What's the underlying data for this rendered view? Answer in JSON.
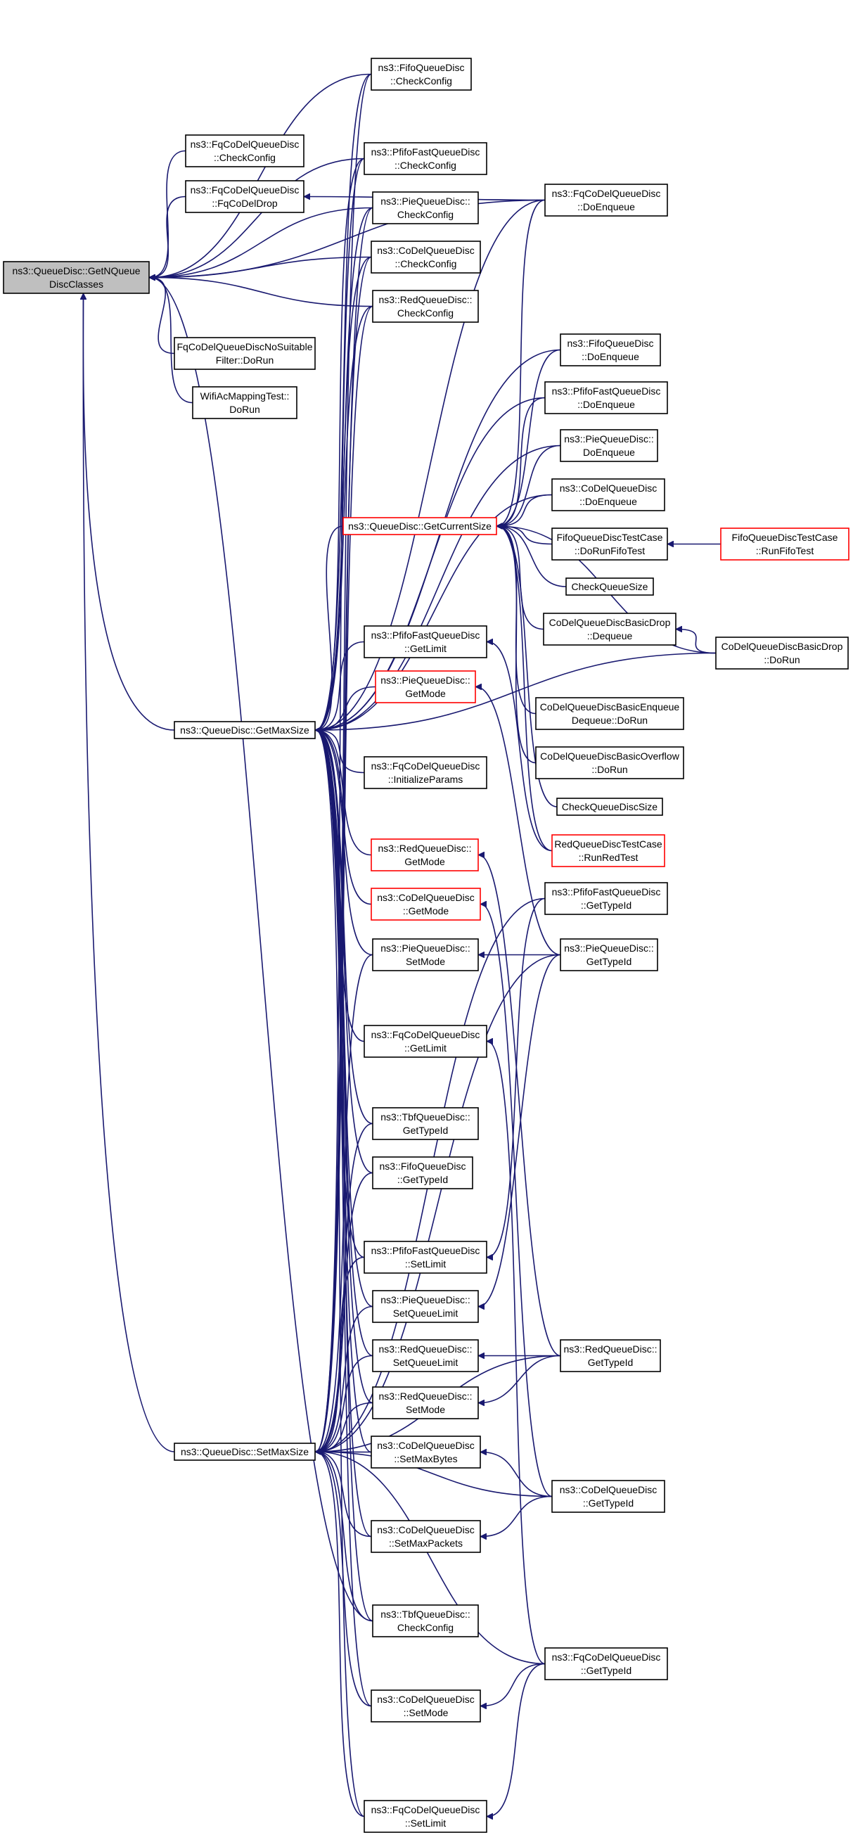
{
  "colors": {
    "edge": "#191970",
    "root_fill": "#bfbfbf",
    "truncated_border": "#ff0000"
  },
  "nodes": {
    "root": {
      "lines": [
        "ns3::QueueDisc::GetNQueue",
        "DiscClasses"
      ]
    },
    "getmaxsize": {
      "lines": [
        "ns3::QueueDisc::GetMaxSize"
      ]
    },
    "setmaxsize": {
      "lines": [
        "ns3::QueueDisc::SetMaxSize"
      ]
    },
    "getcurrentsize": {
      "lines": [
        "ns3::QueueDisc::GetCurrentSize"
      ]
    },
    "fqcodel_checkconfig": {
      "lines": [
        "ns3::FqCoDelQueueDisc",
        "::CheckConfig"
      ]
    },
    "fqcodel_fqcodeldrop": {
      "lines": [
        "ns3::FqCoDelQueueDisc",
        "::FqCoDelDrop"
      ]
    },
    "fqcodel_nosuitable": {
      "lines": [
        "FqCoDelQueueDiscNoSuitable",
        "Filter::DoRun"
      ]
    },
    "wifiac_mapping": {
      "lines": [
        "WifiAcMappingTest::",
        "DoRun"
      ]
    },
    "fifo_checkconfig": {
      "lines": [
        "ns3::FifoQueueDisc",
        "::CheckConfig"
      ]
    },
    "pfifo_checkconfig": {
      "lines": [
        "ns3::PfifoFastQueueDisc",
        "::CheckConfig"
      ]
    },
    "pie_checkconfig": {
      "lines": [
        "ns3::PieQueueDisc::",
        "CheckConfig"
      ]
    },
    "codel_checkconfig": {
      "lines": [
        "ns3::CoDelQueueDisc",
        "::CheckConfig"
      ]
    },
    "red_checkconfig": {
      "lines": [
        "ns3::RedQueueDisc::",
        "CheckConfig"
      ]
    },
    "pfifo_getlimit": {
      "lines": [
        "ns3::PfifoFastQueueDisc",
        "::GetLimit"
      ]
    },
    "pie_getmode": {
      "lines": [
        "ns3::PieQueueDisc::",
        "GetMode"
      ]
    },
    "fqcodel_initparams": {
      "lines": [
        "ns3::FqCoDelQueueDisc",
        "::InitializeParams"
      ]
    },
    "red_getmode": {
      "lines": [
        "ns3::RedQueueDisc::",
        "GetMode"
      ]
    },
    "codel_getmode": {
      "lines": [
        "ns3::CoDelQueueDisc",
        "::GetMode"
      ]
    },
    "pie_setmode": {
      "lines": [
        "ns3::PieQueueDisc::",
        "SetMode"
      ]
    },
    "fqcodel_getlimit": {
      "lines": [
        "ns3::FqCoDelQueueDisc",
        "::GetLimit"
      ]
    },
    "tbf_gettypeid": {
      "lines": [
        "ns3::TbfQueueDisc::",
        "GetTypeId"
      ]
    },
    "fifo_gettypeid": {
      "lines": [
        "ns3::FifoQueueDisc",
        "::GetTypeId"
      ]
    },
    "pfifo_setlimit": {
      "lines": [
        "ns3::PfifoFastQueueDisc",
        "::SetLimit"
      ]
    },
    "pie_setqueuelimit": {
      "lines": [
        "ns3::PieQueueDisc::",
        "SetQueueLimit"
      ]
    },
    "red_setqueuelimit": {
      "lines": [
        "ns3::RedQueueDisc::",
        "SetQueueLimit"
      ]
    },
    "red_setmode": {
      "lines": [
        "ns3::RedQueueDisc::",
        "SetMode"
      ]
    },
    "codel_setmaxbytes": {
      "lines": [
        "ns3::CoDelQueueDisc",
        "::SetMaxBytes"
      ]
    },
    "codel_setmaxpackets": {
      "lines": [
        "ns3::CoDelQueueDisc",
        "::SetMaxPackets"
      ]
    },
    "tbf_checkconfig": {
      "lines": [
        "ns3::TbfQueueDisc::",
        "CheckConfig"
      ]
    },
    "codel_setmode": {
      "lines": [
        "ns3::CoDelQueueDisc",
        "::SetMode"
      ]
    },
    "fqcodel_setlimit": {
      "lines": [
        "ns3::FqCoDelQueueDisc",
        "::SetLimit"
      ]
    },
    "fqcodel_doenqueue": {
      "lines": [
        "ns3::FqCoDelQueueDisc",
        "::DoEnqueue"
      ]
    },
    "fifo_doenqueue": {
      "lines": [
        "ns3::FifoQueueDisc",
        "::DoEnqueue"
      ]
    },
    "pfifo_doenqueue": {
      "lines": [
        "ns3::PfifoFastQueueDisc",
        "::DoEnqueue"
      ]
    },
    "pie_doenqueue": {
      "lines": [
        "ns3::PieQueueDisc::",
        "DoEnqueue"
      ]
    },
    "codel_doenqueue": {
      "lines": [
        "ns3::CoDelQueueDisc",
        "::DoEnqueue"
      ]
    },
    "fifo_testcase_dorunfifo": {
      "lines": [
        "FifoQueueDiscTestCase",
        "::DoRunFifoTest"
      ]
    },
    "checkqueuesize": {
      "lines": [
        "CheckQueueSize"
      ]
    },
    "codel_basicdrop_dequeue": {
      "lines": [
        "CoDelQueueDiscBasicDrop",
        "::Dequeue"
      ]
    },
    "codel_basicenqueue": {
      "lines": [
        "CoDelQueueDiscBasicEnqueue",
        "Dequeue::DoRun"
      ]
    },
    "codel_basicoverflow": {
      "lines": [
        "CoDelQueueDiscBasicOverflow",
        "::DoRun"
      ]
    },
    "checkqueuedisc_size": {
      "lines": [
        "CheckQueueDiscSize"
      ]
    },
    "red_testcase_runred": {
      "lines": [
        "RedQueueDiscTestCase",
        "::RunRedTest"
      ]
    },
    "pfifo_gettypeid": {
      "lines": [
        "ns3::PfifoFastQueueDisc",
        "::GetTypeId"
      ]
    },
    "pie_gettypeid": {
      "lines": [
        "ns3::PieQueueDisc::",
        "GetTypeId"
      ]
    },
    "red_gettypeid": {
      "lines": [
        "ns3::RedQueueDisc::",
        "GetTypeId"
      ]
    },
    "codel_gettypeid": {
      "lines": [
        "ns3::CoDelQueueDisc",
        "::GetTypeId"
      ]
    },
    "fqcodel_gettypeid": {
      "lines": [
        "ns3::FqCoDelQueueDisc",
        "::GetTypeId"
      ]
    },
    "fifo_testcase_runfifo": {
      "lines": [
        "FifoQueueDiscTestCase",
        "::RunFifoTest"
      ]
    },
    "codel_basicdrop_dorun": {
      "lines": [
        "CoDelQueueDiscBasicDrop",
        "::DoRun"
      ]
    }
  }
}
